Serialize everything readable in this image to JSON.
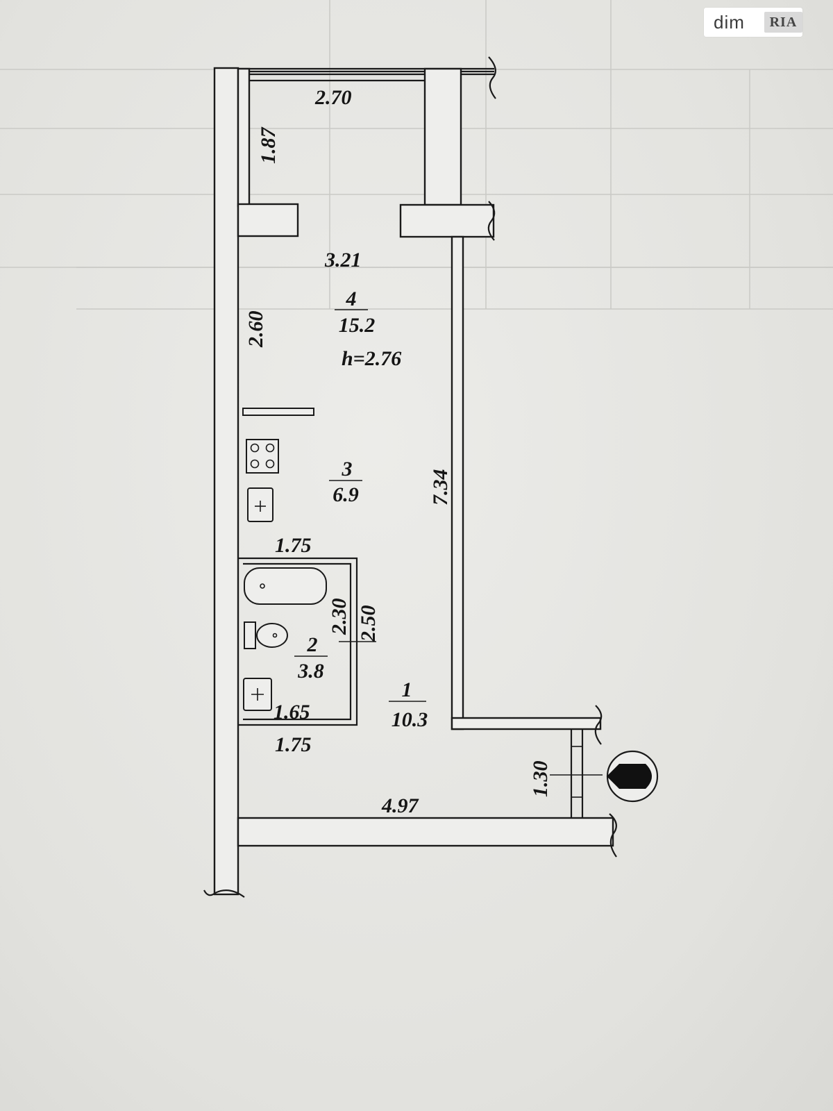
{
  "watermark": {
    "brand": "dim",
    "brand_badge": "RIA"
  },
  "plan": {
    "ceiling_height": "h=2.76",
    "rooms": [
      {
        "number": "1",
        "area": "10.3"
      },
      {
        "number": "2",
        "area": "3.8"
      },
      {
        "number": "3",
        "area": "6.9"
      },
      {
        "number": "4",
        "area": "15.2"
      }
    ],
    "dimensions": {
      "balcony_width": "2.70",
      "balcony_depth": "1.87",
      "room_width": "3.21",
      "room_left_wall": "2.60",
      "right_wall": "7.34",
      "bath_top": "1.75",
      "bath_inner_height": "2.30",
      "bath_outer_height": "2.50",
      "bath_inner_width": "1.65",
      "bath_bottom": "1.75",
      "hall_width": "4.97",
      "entrance_width": "1.30"
    }
  },
  "colors": {
    "ink": "#151515",
    "paper": "#e6e6e2",
    "wall_fill": "#eeeeec"
  }
}
